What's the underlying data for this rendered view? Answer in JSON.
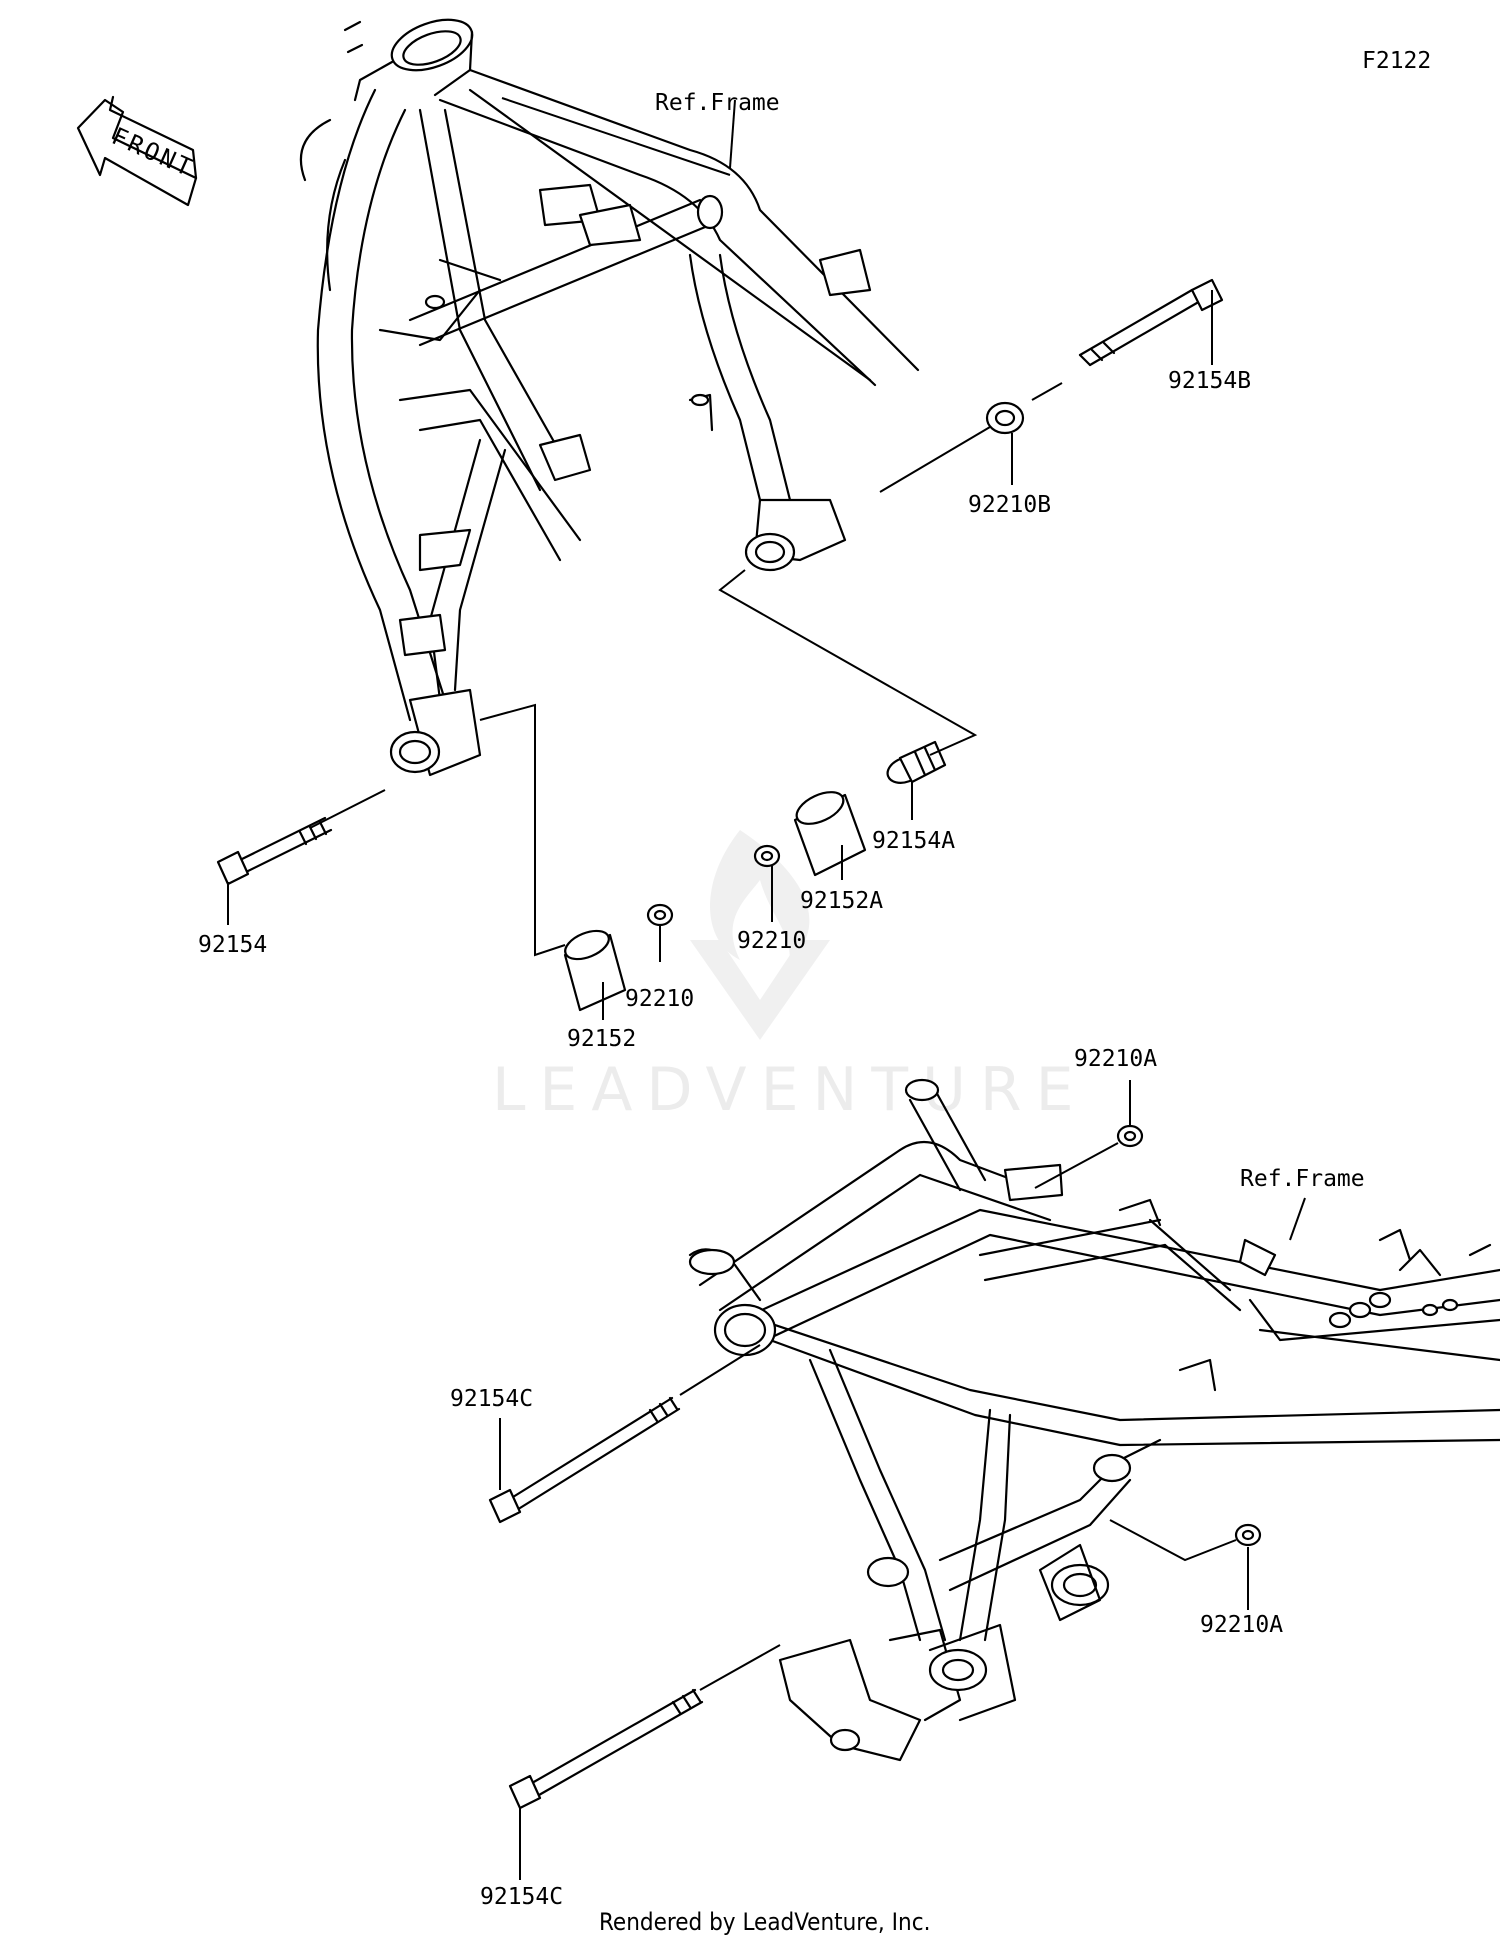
{
  "figure_id": "F2122",
  "front_label": "FRONT",
  "watermark": "LEADVENTURE",
  "footer": "Rendered by LeadVenture, Inc.",
  "callouts": {
    "ref_frame_top": "Ref.Frame",
    "ref_frame_bottom": "Ref.Frame",
    "p92154": "92154",
    "p92154B": "92154B",
    "p92210B": "92210B",
    "p92154A": "92154A",
    "p92152A": "92152A",
    "p92210_mid": "92210",
    "p92210_low": "92210",
    "p92152": "92152",
    "p92210A_top": "92210A",
    "p92210A_bottom": "92210A",
    "p92154C_upper": "92154C",
    "p92154C_lower": "92154C"
  },
  "colors": {
    "line": "#000000",
    "background": "#ffffff",
    "watermark": "#ececec"
  }
}
